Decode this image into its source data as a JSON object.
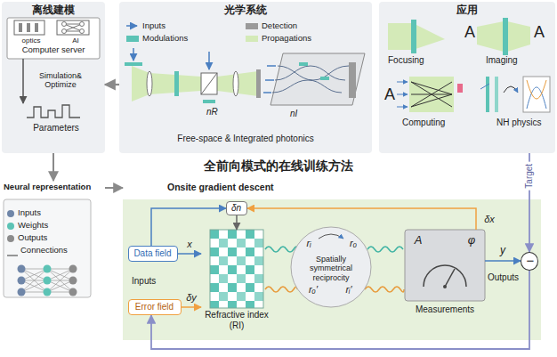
{
  "diagram": {
    "title": "全前向模式的在线训练方法",
    "nodes": [
      {
        "text": [
          "离线建模"
        ]
      },
      {
        "text": [
          "optics",
          "AI",
          "Computer server"
        ],
        "in": 0
      },
      {
        "text": [
          "Parameters"
        ],
        "in": 0
      },
      {
        "text": [
          "光学系统",
          "Free-space & Integrated photonics"
        ]
      },
      {
        "text": [
          "应用"
        ]
      },
      {
        "text": [
          "Neural representation"
        ]
      },
      {
        "text": [
          "Onsite gradient descent"
        ]
      },
      {
        "text": [
          "Data field"
        ],
        "in": 6
      },
      {
        "text": [
          "Error field"
        ],
        "in": 6
      },
      {
        "text": [
          "δn"
        ],
        "in": 6
      },
      {
        "text": [
          "Refractive index (RI)"
        ],
        "in": 6
      },
      {
        "text": [
          "rᵢ",
          "rₒ",
          "Spatially symmetrical reciprocity",
          "rₒ′",
          "rᵢ′"
        ],
        "in": 6
      },
      {
        "text": [
          "A",
          "φ",
          "Measurements"
        ],
        "in": 6
      },
      {
        "text": [
          "−"
        ],
        "in": 6
      }
    ],
    "edges": [
      {
        "from": 1,
        "to": 2,
        "arrow": "to",
        "label": "Simulation& Optimize"
      },
      {
        "from": 3,
        "to": 0,
        "arrow": "to"
      },
      {
        "from": 0,
        "to": 5,
        "arrow": "to"
      },
      {
        "from": 5,
        "to": 6,
        "arrow": "to"
      },
      {
        "from": 7,
        "to": 10,
        "arrow": "to",
        "label": "x"
      },
      {
        "from": 8,
        "to": 10,
        "arrow": "to",
        "label": "δy"
      },
      {
        "from": 7,
        "to": 9,
        "arrow": "to"
      },
      {
        "from": 12,
        "to": 9,
        "arrow": "to",
        "label": "δx"
      },
      {
        "from": 9,
        "to": 10,
        "arrow": "to"
      },
      {
        "from": 12,
        "to": 13,
        "arrow": "to",
        "label": "y"
      },
      {
        "from": 4,
        "to": 13,
        "arrow": "to",
        "label": "Target"
      },
      {
        "from": 13,
        "to": 8,
        "arrow": "to"
      }
    ],
    "labels": [
      "nR",
      "nI",
      "Focusing",
      "A",
      "A",
      "Imaging",
      "A",
      "Computing",
      "NH physics",
      "Inputs",
      "Outputs"
    ],
    "legend": [
      {
        "text": "Inputs"
      },
      {
        "text": "Detection",
        "color": "#9a9a9a"
      },
      {
        "text": "Modulations",
        "color": "#5cc3b5"
      },
      {
        "text": "Propagations",
        "color": "#d4eab8"
      },
      {
        "text": "Inputs",
        "color": "#6f86a8"
      },
      {
        "text": "Weights",
        "color": "#5cc3b5"
      },
      {
        "text": "Outputs",
        "color": "#8c8c8c"
      },
      {
        "text": "Connections"
      }
    ]
  }
}
